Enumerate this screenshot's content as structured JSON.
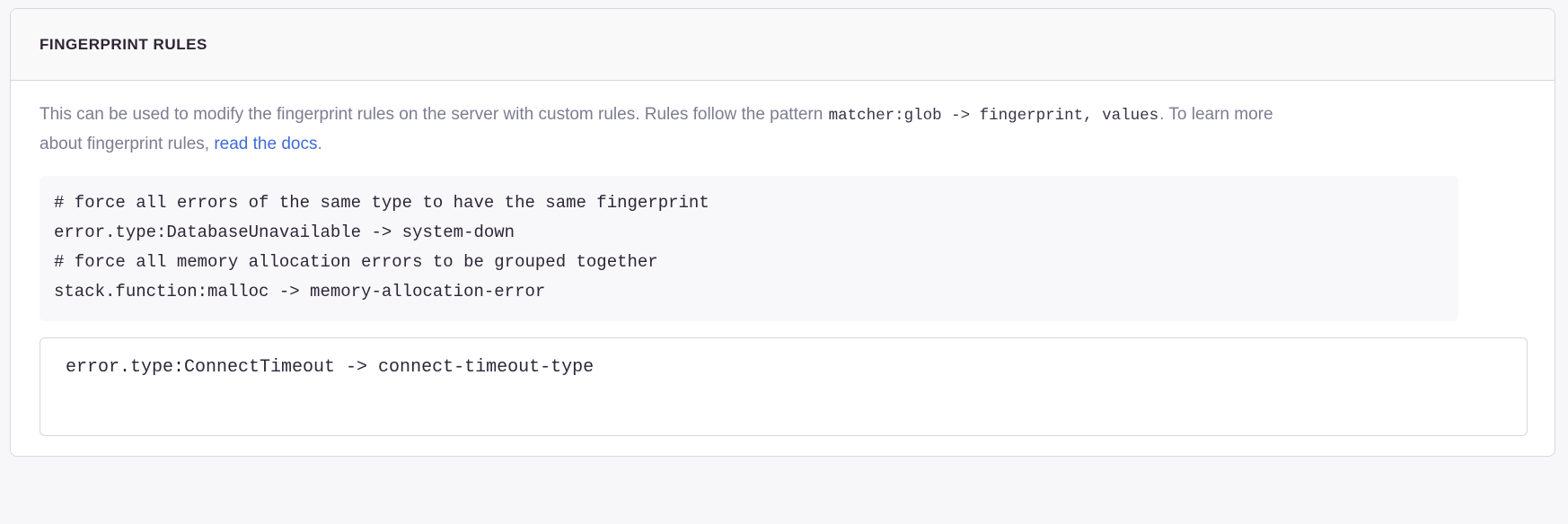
{
  "panel": {
    "title": "FINGERPRINT RULES",
    "description": {
      "text_before_code": "This can be used to modify the fingerprint rules on the server with custom rules. Rules follow the pattern",
      "inline_code": "matcher:glob -> fingerprint, values",
      "text_after_code": ". To learn more about fingerprint rules,",
      "link_label": "read the docs",
      "text_end": "."
    },
    "code_example": "# force all errors of the same type to have the same fingerprint\nerror.type:DatabaseUnavailable -> system-down\n# force all memory allocation errors to be grouped together\nstack.function:malloc -> memory-allocation-error",
    "code_lines": [
      "# force all errors of the same type to have the same fingerprint",
      "error.type:DatabaseUnavailable -> system-down",
      "# force all memory allocation errors to be grouped together",
      "stack.function:malloc -> memory-allocation-error"
    ],
    "rules_input": {
      "value": "error.type:ConnectTimeout -> connect-timeout-type",
      "placeholder": ""
    }
  },
  "colors": {
    "page_background": "#f7f7f9",
    "panel_background": "#ffffff",
    "panel_border": "#d7d7e0",
    "header_background": "#f9f9fa",
    "title_text": "#2f2436",
    "description_text": "#7d7d91",
    "code_text": "#2e2638",
    "code_block_background": "#f8f8fa",
    "link": "#3f6bd8",
    "input_border": "#d6d6de"
  }
}
